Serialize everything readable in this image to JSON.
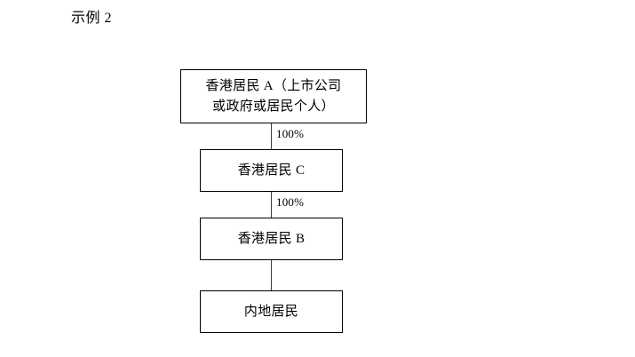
{
  "page": {
    "title": "示例 2",
    "background_color": "#ffffff",
    "text_color": "#000000",
    "border_color": "#000000",
    "connector_color": "#3a3a3a"
  },
  "diagram": {
    "type": "ownership-flowchart",
    "orientation": "vertical-top-down",
    "nodes": [
      {
        "id": "node-a",
        "label": "香港居民 A（上市公司或政府或居民个人）",
        "line1": "香港居民 A（上市公司",
        "line2": "或政府或居民个人）",
        "lines": 2
      },
      {
        "id": "node-c",
        "label": "香港居民 C",
        "lines": 1
      },
      {
        "id": "node-b",
        "label": "香港居民 B",
        "lines": 1
      },
      {
        "id": "node-mainland",
        "label": "内地居民",
        "lines": 1
      }
    ],
    "edges": [
      {
        "id": "edge-a-c",
        "from": "node-a",
        "to": "node-c",
        "label": "100%"
      },
      {
        "id": "edge-c-b",
        "from": "node-c",
        "to": "node-b",
        "label": "100%"
      },
      {
        "id": "edge-b-mainland",
        "from": "node-b",
        "to": "node-mainland",
        "label": ""
      }
    ]
  }
}
